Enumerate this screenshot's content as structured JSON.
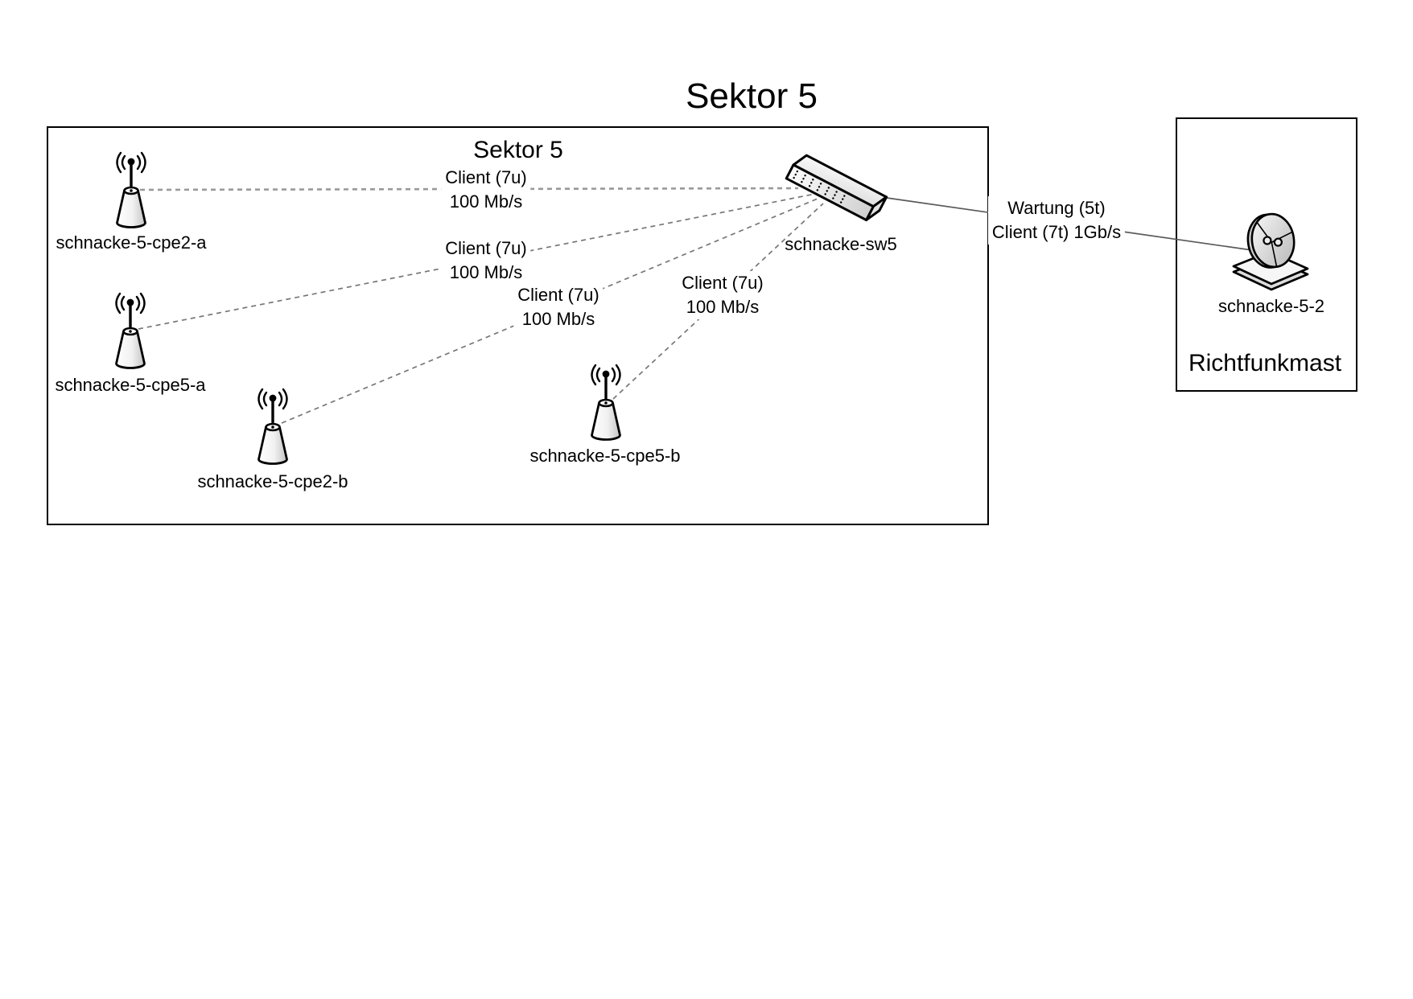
{
  "page_title": "Sektor 5",
  "sektor5": {
    "label": "Sektor 5",
    "switch": {
      "label": "schnacke-sw5"
    },
    "cpes": [
      {
        "label": "schnacke-5-cpe2-a"
      },
      {
        "label": "schnacke-5-cpe5-a"
      },
      {
        "label": "schnacke-5-cpe2-b"
      },
      {
        "label": "schnacke-5-cpe5-b"
      }
    ],
    "links": [
      {
        "from": "schnacke-5-cpe2-a",
        "to": "schnacke-sw5",
        "line1": "Client (7u)",
        "line2": "100 Mb/s"
      },
      {
        "from": "schnacke-5-cpe5-a",
        "to": "schnacke-sw5",
        "line1": "Client (7u)",
        "line2": "100 Mb/s"
      },
      {
        "from": "schnacke-5-cpe2-b",
        "to": "schnacke-sw5",
        "line1": "Client (7u)",
        "line2": "100 Mb/s"
      },
      {
        "from": "schnacke-5-cpe5-b",
        "to": "schnacke-sw5",
        "line1": "Client (7u)",
        "line2": "100 Mb/s"
      }
    ]
  },
  "richtfunkmast": {
    "label": "Richtfunkmast",
    "dish": {
      "label": "schnacke-5-2"
    }
  },
  "uplink": {
    "from": "schnacke-sw5",
    "to": "schnacke-5-2",
    "line1": "Wartung (5t)",
    "line2": "Client (7t) 1Gb/s"
  },
  "colors": {
    "background": "#ffffff",
    "outline": "#000000",
    "box_border": "#000000",
    "dashed_link_primary": "#999999",
    "dashed_link": "#777777",
    "uplink_line": "#5a5a5a"
  }
}
